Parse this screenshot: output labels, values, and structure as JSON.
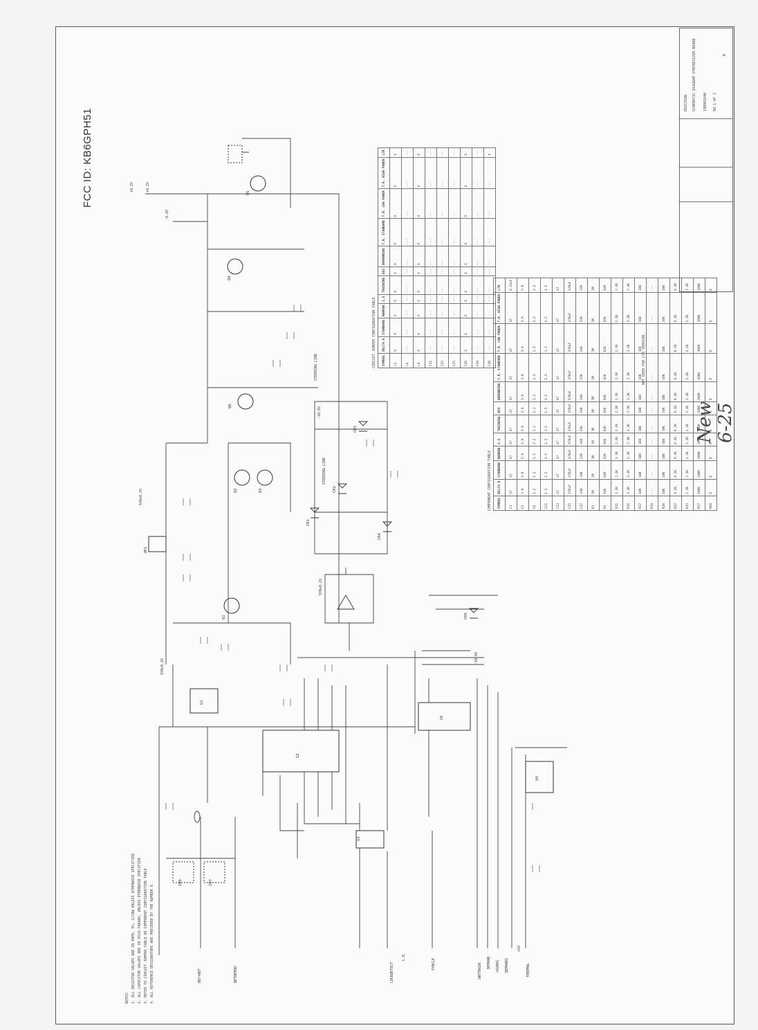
{
  "header": {
    "fcc_id": "FCC ID: KB6GPH51"
  },
  "annotation": {
    "handwritten": "New 6-25"
  },
  "notes": {
    "heading": "NOTES:",
    "items": [
      "1. ALL RESISTOR VALUES ARE IN OHMS, 5%, 1/10W UNLESS OTHERWISE SPECIFIED",
      "2. ALL CAPACITOR VALUES ARE IN PICO-FARADS, UNLESS OTHERWISE SPECIFIED",
      "3. REFER TO CIRCUIT JUMPER TABLE OR COMPONENT CONFIGURATION TABLE",
      "4. ALL REFERENCE DESIGNATORS ARE PRECEDED BY THE NUMBER 9."
    ]
  },
  "jumper_table": {
    "caption": "CIRCUIT JUMPER CONFIGURATION TABLE",
    "headers": [
      "SYMBOL",
      "DELTA R",
      "STANDARD",
      "NARROW",
      "1.5",
      "TRAINING",
      "DSS",
      "DEMANDING",
      "T.R. STANDARD",
      "T.R. LOW POWER",
      "T.R. HIGH POWER",
      "LTR"
    ],
    "rows": [
      [
        "L3",
        "X",
        "X",
        "X",
        "X",
        "X",
        "X",
        "X",
        "X",
        "X",
        "X",
        "X"
      ],
      [
        "L6",
        "---",
        "---",
        "---",
        "---",
        "---",
        "---",
        "---",
        "---",
        "---",
        "---",
        "---"
      ],
      [
        "L8",
        "X",
        "X",
        "X",
        "X",
        "X",
        "X",
        "X",
        "X",
        "X",
        "X",
        "X"
      ],
      [
        "C21",
        "---",
        "---",
        "---",
        "---",
        "---",
        "---",
        "---",
        "---",
        "---",
        "---",
        "---"
      ],
      [
        "C23",
        "---",
        "---",
        "---",
        "---",
        "---",
        "---",
        "---",
        "---",
        "---",
        "---",
        "---"
      ],
      [
        "C25",
        "---",
        "---",
        "---",
        "---",
        "---",
        "---",
        "---",
        "---",
        "---",
        "---",
        "---"
      ],
      [
        "C26",
        "X",
        "X",
        "X",
        "X",
        "X",
        "X",
        "X",
        "X",
        "X",
        "X",
        "X"
      ],
      [
        "C29",
        "---",
        "---",
        "---",
        "---",
        "---",
        "---",
        "---",
        "---",
        "---",
        "---",
        "---"
      ],
      [
        "C40",
        "---",
        "---",
        "---",
        "---",
        "---",
        "---",
        "---",
        "---",
        "---",
        "---",
        "X"
      ]
    ]
  },
  "component_table": {
    "caption": "COMPONENT CONFIGURATION TABLE",
    "headers": [
      "SYMBOL",
      "DELTA R",
      "STANDARD",
      "NARROW",
      "1.5",
      "TRAINING",
      "DSS",
      "DEMANDING",
      "T.R. STANDARD",
      "T.R. LOW POWER",
      "T.R. HIGH POWER",
      "LTR"
    ],
    "rows": [
      [
        "C1",
        "47",
        "47",
        "47",
        "47",
        "47",
        "47",
        "47",
        "47",
        "47",
        "47",
        "0.33uF"
      ],
      [
        "C5",
        "3.9",
        "3.9",
        "3.9",
        "3.9",
        "3.9",
        "3.9",
        "3.9",
        "3.9",
        "3.9",
        "3.9",
        "3.9"
      ],
      [
        "C6",
        "2.2",
        "2.2",
        "2.2",
        "2.2",
        "2.2",
        "2.2",
        "2.2",
        "2.2",
        "2.2",
        "2.2",
        "2.2"
      ],
      [
        "C21",
        "1.5",
        "1.5",
        "1.5",
        "1.5",
        "1.5",
        "1.5",
        "1.5",
        "1.5",
        "1.5",
        "1.5",
        "1.5"
      ],
      [
        "C23",
        "47",
        "47",
        "47",
        "47",
        "47",
        "47",
        "47",
        "47",
        "47",
        "47",
        "47"
      ],
      [
        "C25",
        "470uF",
        "470uF",
        "470uF",
        "470uF",
        "470uF",
        "470uF",
        "470uF",
        "470uF",
        "470uF",
        "470uF",
        "470uF"
      ],
      [
        "C27",
        "330",
        "330",
        "330",
        "330",
        "330",
        "330",
        "330",
        "330",
        "330",
        "330",
        "330"
      ],
      [
        "R1",
        "1M",
        "1M",
        "1M",
        "1M",
        "1M",
        "1M",
        "1M",
        "1M",
        "1M",
        "1M",
        "1M"
      ],
      [
        "R5",
        "82K",
        "82K",
        "82K",
        "82K",
        "82K",
        "82K",
        "82K",
        "82K",
        "82K",
        "82K",
        "82K"
      ],
      [
        "R11",
        "2.2K",
        "2.2K",
        "2.2K",
        "2.2K",
        "2.2K",
        "2.2K",
        "2.2K",
        "2.2K",
        "2.2K",
        "2.2K",
        "2.2K"
      ],
      [
        "R16",
        "3.3K",
        "3.3K",
        "3.3K",
        "3.3K",
        "3.3K",
        "3.3K",
        "3.3K",
        "3.3K",
        "3.3K",
        "3.3K",
        "3.3K"
      ],
      [
        "R17",
        "100",
        "100",
        "100",
        "100",
        "100",
        "100",
        "100",
        "100",
        "100",
        "100",
        "100"
      ],
      [
        "R19",
        "---",
        "---",
        "---",
        "---",
        "---",
        "---",
        "---",
        "---",
        "---",
        "---",
        "---"
      ],
      [
        "R20",
        "10K",
        "10K",
        "10K",
        "10K",
        "10K",
        "10K",
        "10K",
        "10K",
        "10K",
        "10K",
        "10K"
      ],
      [
        "R22",
        "8.2K",
        "8.2K",
        "8.2K",
        "8.2K",
        "8.2K",
        "8.2K",
        "8.2K",
        "8.2K",
        "8.2K",
        "8.2K",
        "8.2K"
      ],
      [
        "R25",
        "2.2K",
        "2.2K",
        "2.2K",
        "2.2K",
        "2.2K",
        "2.2K",
        "2.2K",
        "2.2K",
        "2.2K",
        "2.2K",
        "2.2K"
      ],
      [
        "R57",
        "100K",
        "100K",
        "100K",
        "100K",
        "100K",
        "100K",
        "100K",
        "100K",
        "100K",
        "100K",
        "100K"
      ],
      [
        "R60",
        "0",
        "0",
        "0",
        "0",
        "0",
        "0",
        "0",
        "0",
        "0",
        "0",
        "0"
      ]
    ],
    "footnote": "NOT USED FOR LTR VERSION"
  },
  "signals": {
    "left_labels": [
      "REF+REF",
      "NETDEMOD",
      "LOCKDETECT",
      "L.E.",
      "SYNCLK",
      "SWTTRAIN",
      "DEMAND",
      "+5VREG",
      "DEMAND2",
      "+5V",
      "THERMAL"
    ],
    "top_labels": [
      "+8.2V",
      "+8.2V",
      "-8.2V",
      "SYN+8.2V",
      "SYN+8.2V",
      "SYN+8.2V",
      "STEERING LINE",
      "STEERING LINE",
      "-10.8V",
      "-10.8V"
    ]
  },
  "components": {
    "ics": [
      "U1",
      "U2",
      "U3",
      "U4",
      "U5"
    ],
    "transistors": [
      "Q1",
      "Q2",
      "Q3",
      "Q4",
      "Q5",
      "Q6"
    ],
    "diodes": [
      "CR1",
      "CR2",
      "CR3",
      "CR4",
      "CR5",
      "CR6",
      "CR7"
    ],
    "connector": "JP1"
  },
  "title_block": {
    "company": "ERICSSON",
    "title": "SCHEMATIC DIAGRAM SYNTHESIZER BOARD",
    "drawing_no": "19D902840",
    "sheet": "SH 1 OF 1",
    "rev": "B"
  }
}
